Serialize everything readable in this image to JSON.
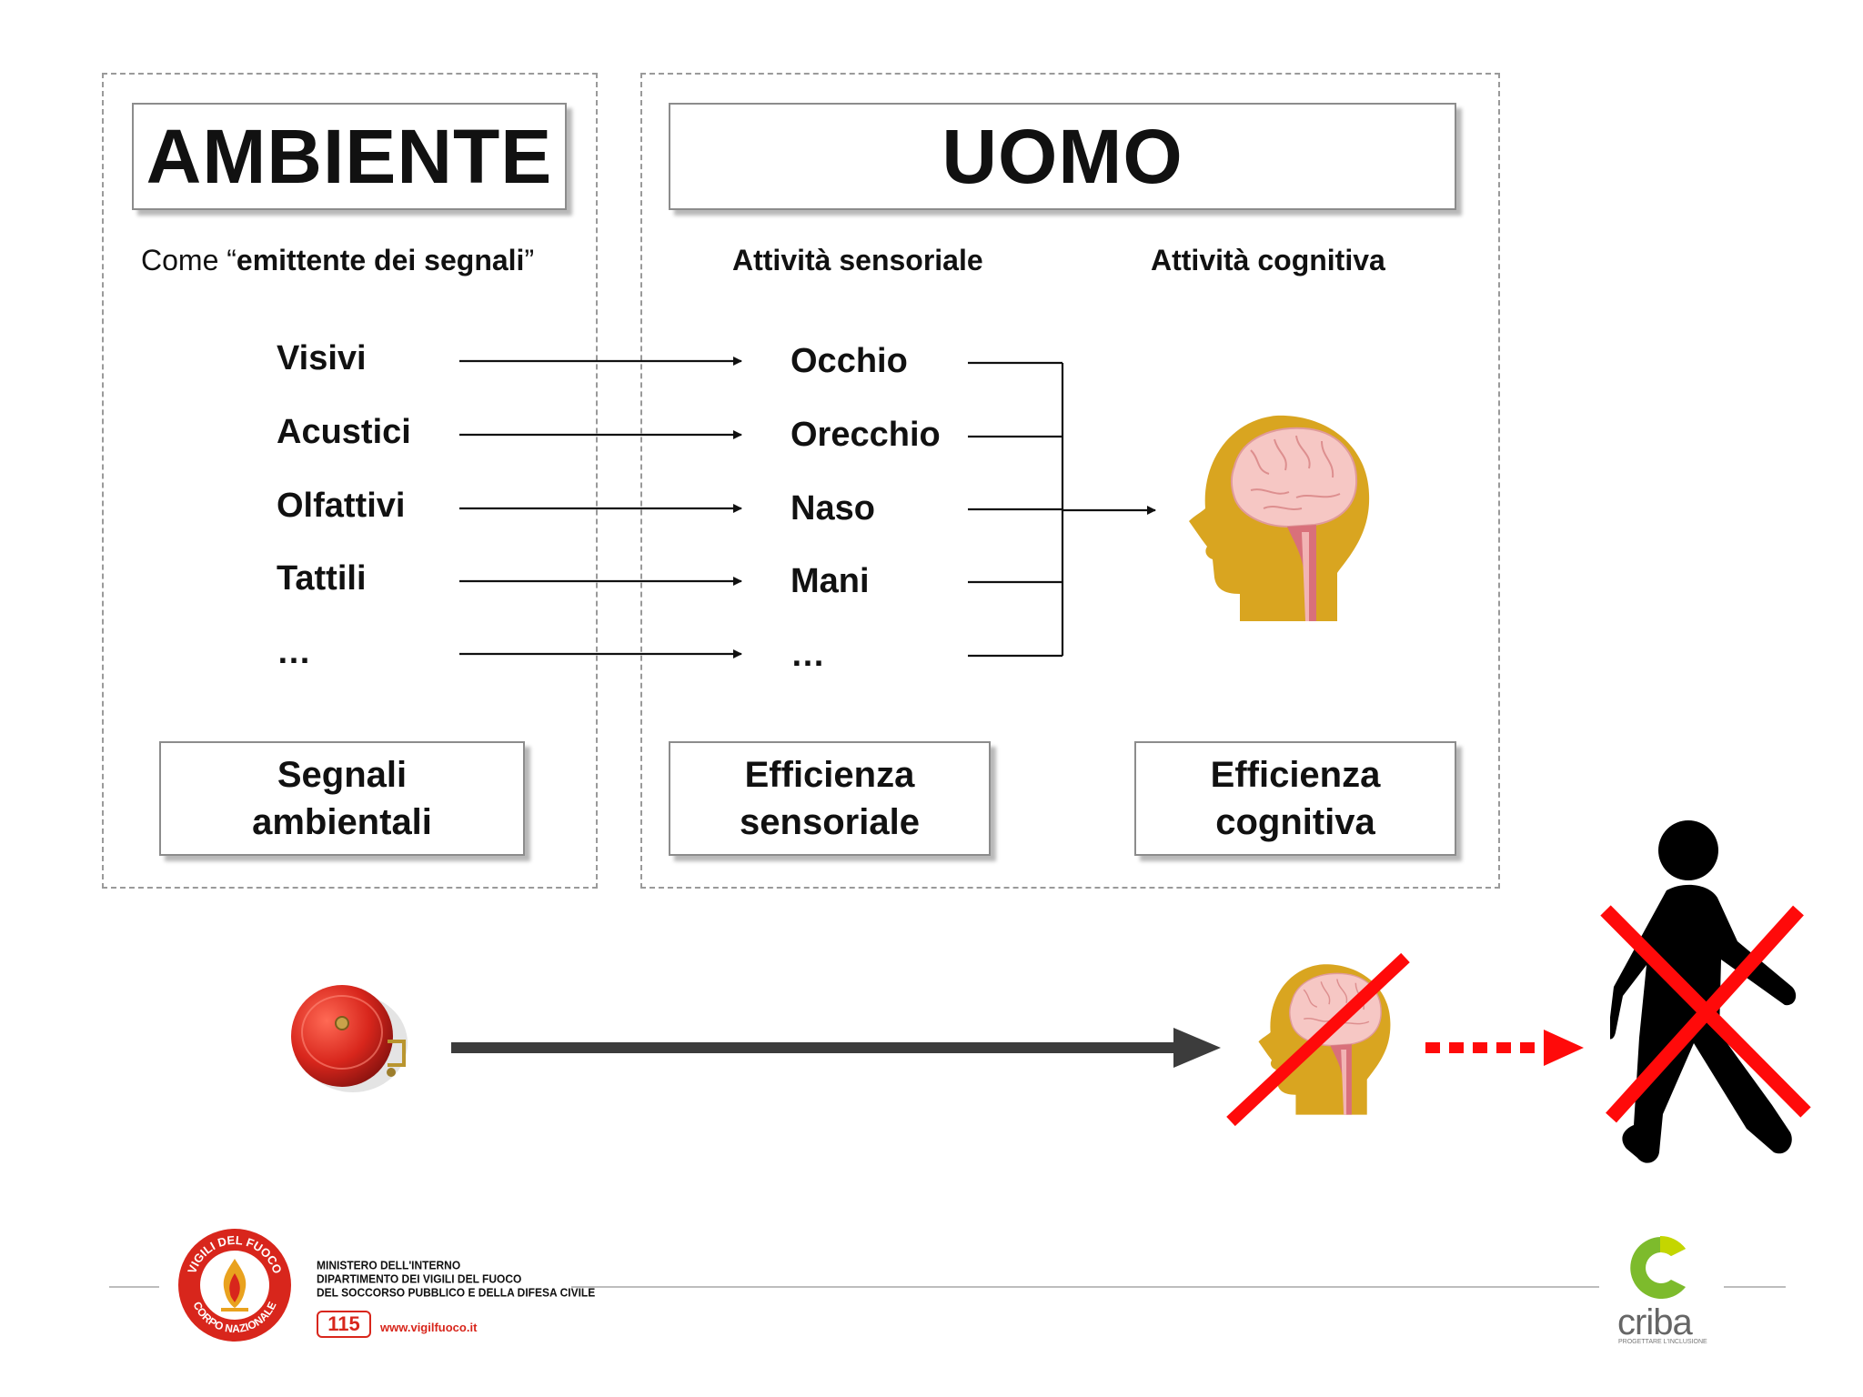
{
  "ambiente": {
    "title": "AMBIENTE",
    "subtitle_prefix": "Come “",
    "subtitle_bold": "emittente dei segnali",
    "subtitle_suffix": "”",
    "signals": [
      "Visivi",
      "Acustici",
      "Olfattivi",
      "Tattili",
      "…"
    ],
    "bottom_label_line1": "Segnali",
    "bottom_label_line2": "ambientali"
  },
  "uomo": {
    "title": "UOMO",
    "sensory_heading": "Attività sensoriale",
    "cognitive_heading": "Attività cognitiva",
    "senses": [
      "Occhio",
      "Orecchio",
      "Naso",
      "Mani",
      "…"
    ],
    "sensory_label_line1": "Efficienza",
    "sensory_label_line2": "sensoriale",
    "cognitive_label_line1": "Efficienza",
    "cognitive_label_line2": "cognitiva"
  },
  "footer": {
    "ministry_line1": "MINISTERO DELL'INTERNO",
    "ministry_line2": "DIPARTIMENTO DEI VIGILI DEL FUOCO",
    "ministry_line3": "DEL SOCCORSO PUBBLICO E DELLA DIFESA CIVILE",
    "emergency_number": "115",
    "website": "www.vigilfuoco.it",
    "seal_text_top": "VIGILI DEL FUOCO",
    "seal_text_bottom": "CORPO NAZIONALE",
    "criba_name": "criba",
    "criba_tagline": "PROGETTARE L'INCLUSIONE"
  },
  "icons": {
    "brain_head": "head-brain-icon",
    "bell": "alarm-bell-icon",
    "walker": "walking-person-icon",
    "cross": "red-cross-icon"
  },
  "colors": {
    "head": "#d9a520",
    "brain": "#f4c2c2",
    "spine": "#d9707a",
    "bell": "#d8261c",
    "cross": "#ff0a0a",
    "arrow_dark": "#3c3c3c",
    "criba_green": "#7dbb2c"
  }
}
